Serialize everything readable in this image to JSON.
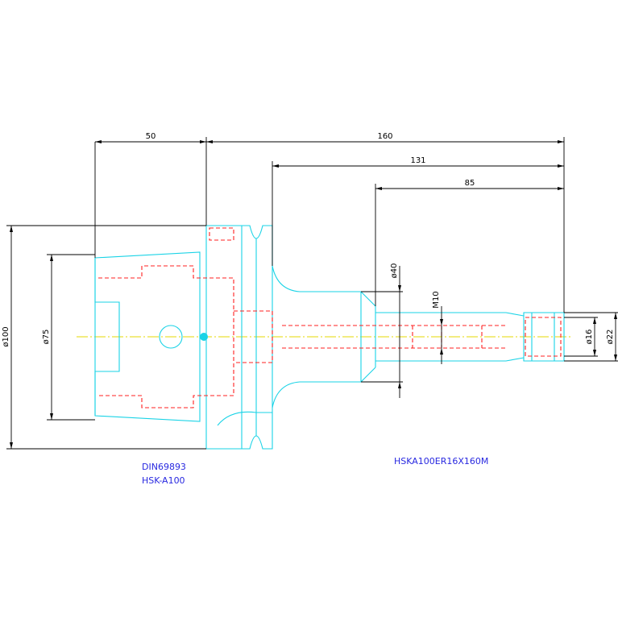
{
  "colors": {
    "outline": "#19d3e6",
    "hidden_lines": "#ff2020",
    "centerline": "#e6d800",
    "dimensions": "#000000",
    "labels": "#2828e0"
  },
  "dimensions": {
    "d50": "50",
    "d160": "160",
    "d131": "131",
    "d85": "85",
    "dia100": "ø100",
    "dia75": "ø75",
    "dia40": "ø40",
    "m10": "M10",
    "dia16": "ø16",
    "dia22": "ø22"
  },
  "labels": {
    "standard_line1": "DIN69893",
    "standard_line2": "HSK-A100",
    "part_number": "HSKA100ER16X160M"
  }
}
